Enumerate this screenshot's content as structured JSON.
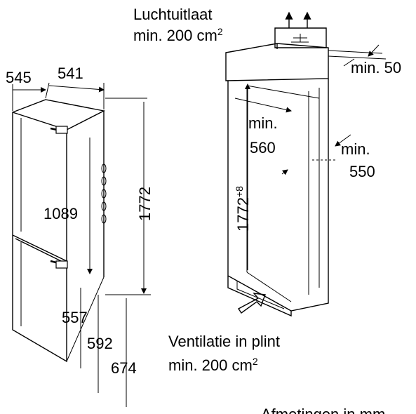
{
  "labels": {
    "outlet_title": "Luchtuitlaat",
    "outlet_min": "min. 200 cm",
    "outlet_sup": "2",
    "plinth_title": "Ventilatie in plint",
    "plinth_min": "min. 200 cm",
    "plinth_sup": "2",
    "footer": "Afmetingen in mm"
  },
  "appliance_dims": {
    "depth": "545",
    "width": "541",
    "height": "1772",
    "door_upper": "1089",
    "door_lower": "557",
    "hinge_592": "592",
    "hinge_674": "674"
  },
  "niche_dims": {
    "min_gap": "min. 50",
    "niche_width_min": "min.",
    "niche_width": "560",
    "niche_height": "1772",
    "niche_height_sup": "+8",
    "niche_depth_min": "min.",
    "niche_depth": "550"
  }
}
